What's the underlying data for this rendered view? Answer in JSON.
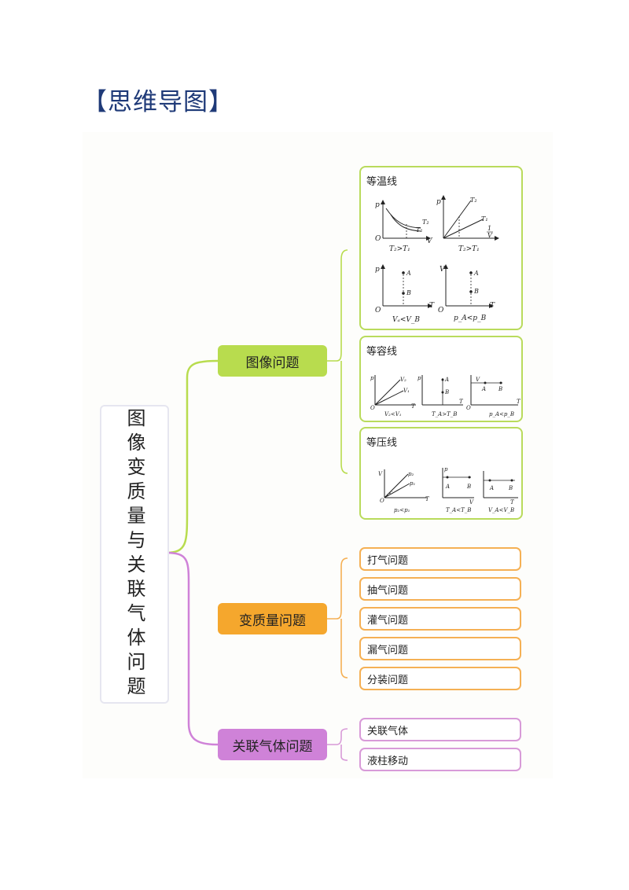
{
  "heading": "【思维导图】",
  "root": {
    "label": "图像变质量与关联气体问题"
  },
  "branches": {
    "image": "图像问题",
    "variable_mass": "变质量问题",
    "related_gas": "关联气体问题"
  },
  "image_panels": [
    {
      "title": "等温线",
      "captions": [
        "T₂>T₁",
        "T₂>T₁",
        "Vₐ<V_B",
        "p_A<p_B"
      ]
    },
    {
      "title": "等容线",
      "captions": [
        "V₂<V₁",
        "T_A>T_B",
        "p_A<p_B"
      ]
    },
    {
      "title": "等压线",
      "captions": [
        "p₂<p₁",
        "T_A<T_B",
        "V_A<V_B"
      ]
    }
  ],
  "variable_mass_items": [
    "打气问题",
    "抽气问题",
    "灌气问题",
    "漏气问题",
    "分装问题"
  ],
  "related_gas_items": [
    "关联气体",
    "液柱移动"
  ],
  "colors": {
    "green": "#b8dc4e",
    "orange": "#f5a72d",
    "purple": "#cf82d8",
    "heading": "#1f3a78"
  }
}
